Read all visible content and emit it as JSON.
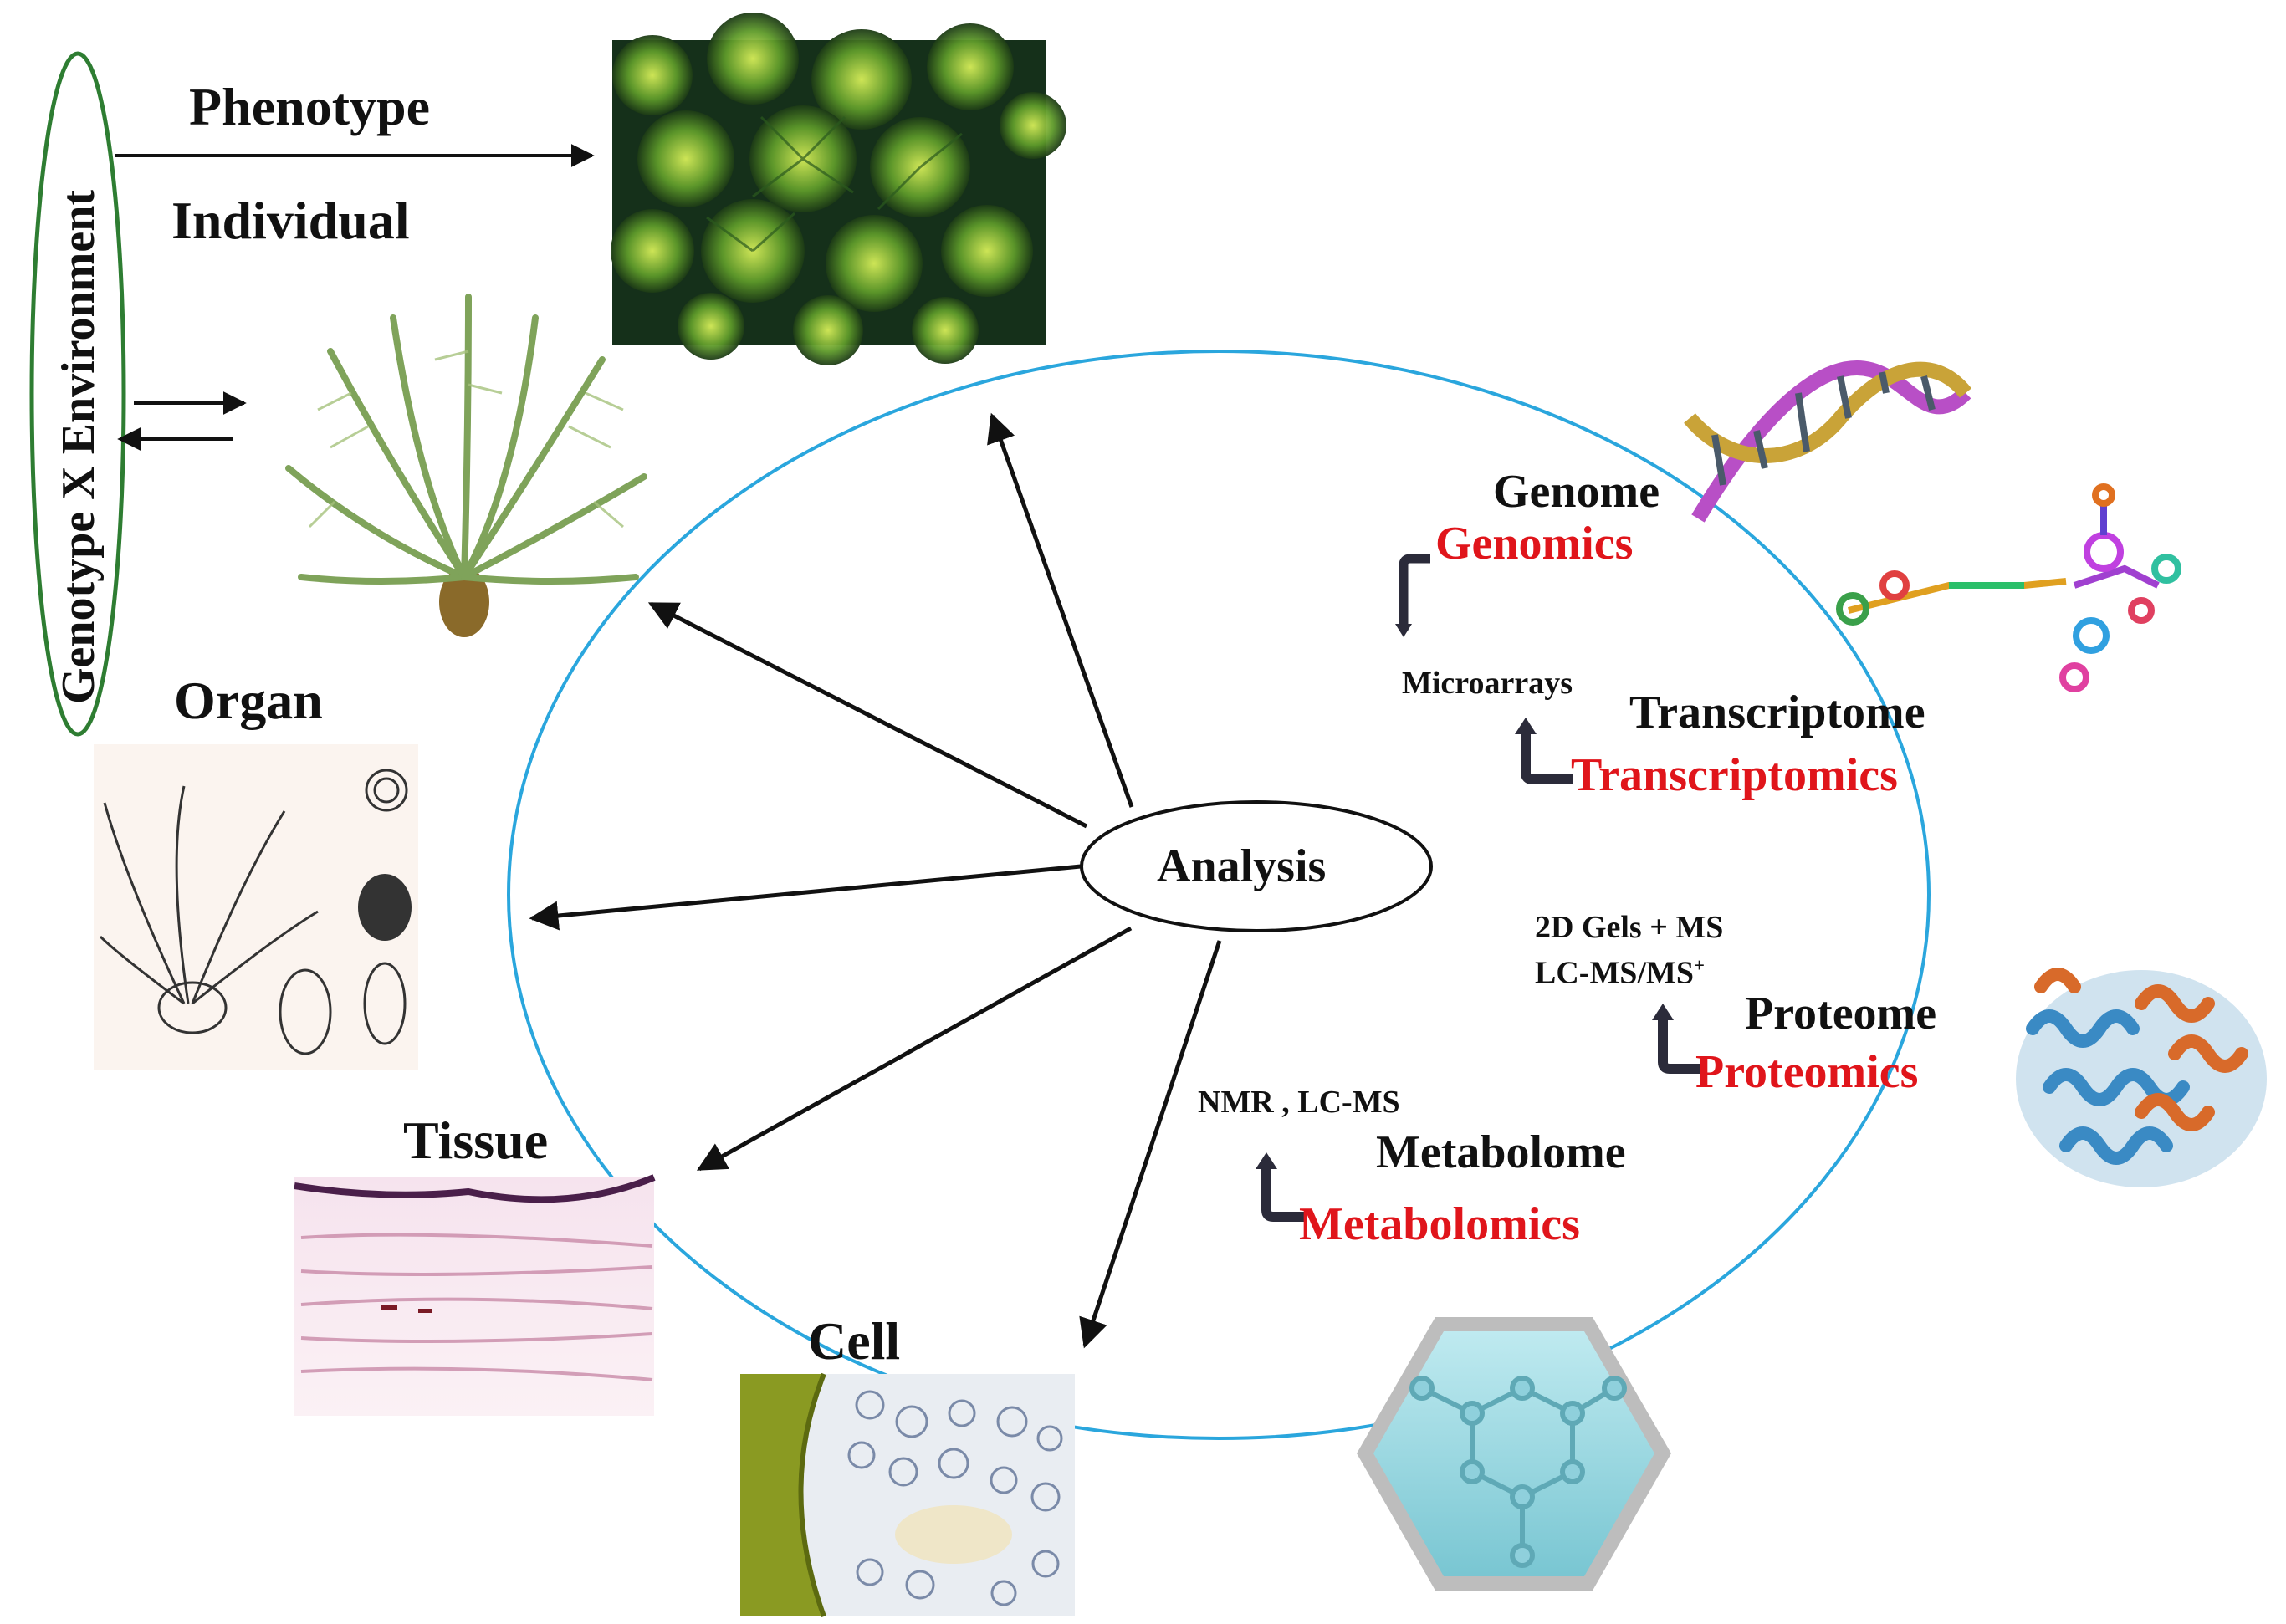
{
  "left_panel": {
    "genotype_env": "Genotype X Environment",
    "phenotype": "Phenotype",
    "individual": "Individual",
    "organ": "Organ",
    "tissue": "Tissue",
    "cell": "Cell"
  },
  "center": {
    "analysis": "Analysis"
  },
  "omics": {
    "genome": "Genome",
    "genomics": "Genomics",
    "microarrays": "Microarrays",
    "transcriptome": "Transcriptome",
    "transcriptomics": "Transcriptomics",
    "gels_ms": "2D Gels + MS",
    "lcms_base": "LC-MS/MS",
    "lcms_sup": "+",
    "proteome": "Proteome",
    "proteomics": "Proteomics",
    "nmr": "NMR , LC-MS",
    "metabolome": "Metabolome",
    "metabolomics": "Metabolomics"
  },
  "colors": {
    "ellipse": "#2aa6dd",
    "omics_red": "#e0151b",
    "genotype_ellipse": "#2e7d32",
    "text": "#111111"
  }
}
